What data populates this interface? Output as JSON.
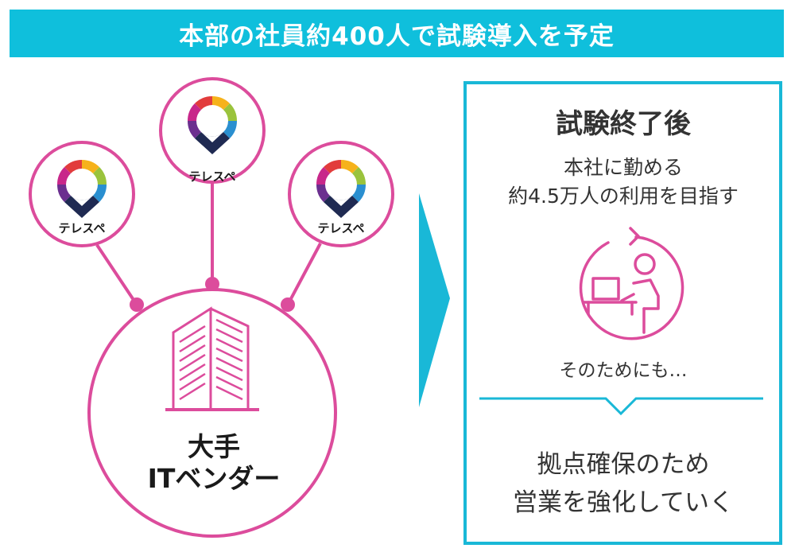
{
  "banner": {
    "text": "本部の社員約400人で試験導入を予定"
  },
  "pins": [
    {
      "label": "テレスペ"
    },
    {
      "label": "テレスペ"
    },
    {
      "label": "テレスペ"
    }
  ],
  "vendor": {
    "line1": "大手",
    "line2": "ITベンダー"
  },
  "after_trial": {
    "title": "試験終了後",
    "desc_line1": "本社に勤める",
    "desc_line2": "約4.5万人の利用を目指す"
  },
  "for_that": "そのためにも…",
  "conclusion": {
    "line1": "拠点確保のため",
    "line2": "営業を強化していく"
  },
  "colors": {
    "banner": "#0fbfdc",
    "accent_pink": "#dc4c9c",
    "cyan": "#19b8d7",
    "logo_navy": "#1f2a52",
    "text": "#333333"
  },
  "icons": [
    "building-icon",
    "teleworker-cycle-icon",
    "telespe-logo-icon",
    "arrow-right-icon"
  ]
}
